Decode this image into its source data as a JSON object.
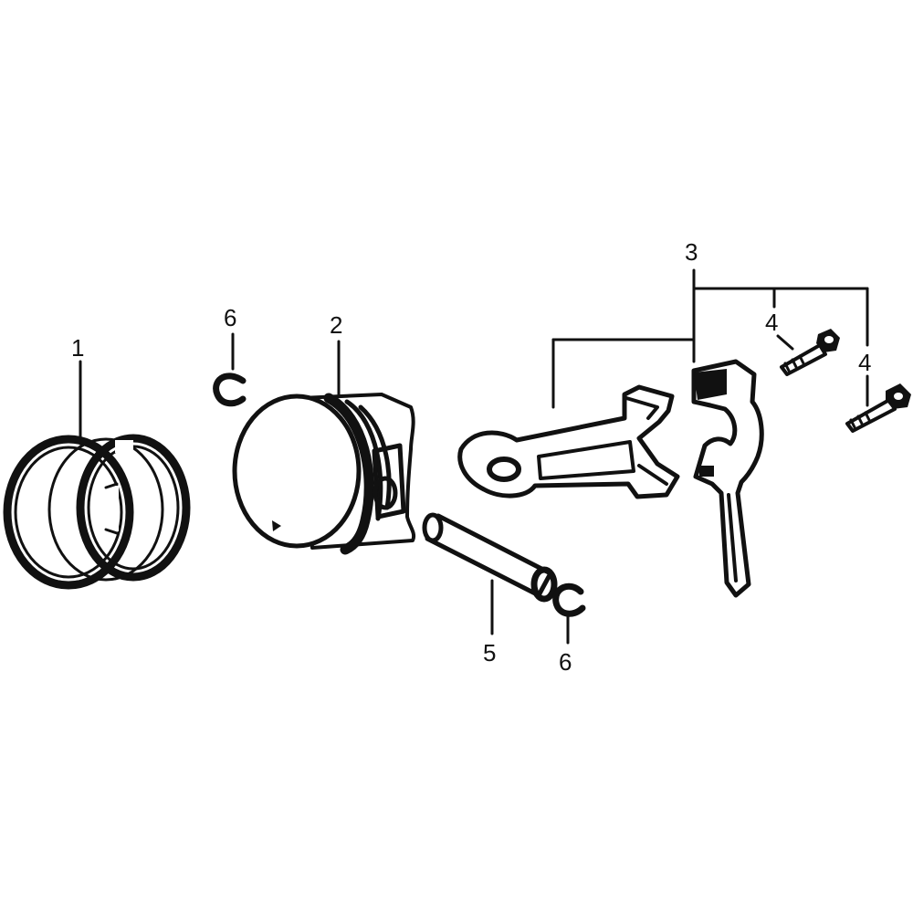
{
  "diagram": {
    "callouts": {
      "piston_rings": "1",
      "piston": "2",
      "connecting_rod": "3",
      "rod_bolt_upper": "4",
      "rod_bolt_lower": "4",
      "piston_pin": "5",
      "clip_upper": "6",
      "clip_lower": "6"
    },
    "colors": {
      "ink": "#111111",
      "paper": "#ffffff"
    }
  }
}
